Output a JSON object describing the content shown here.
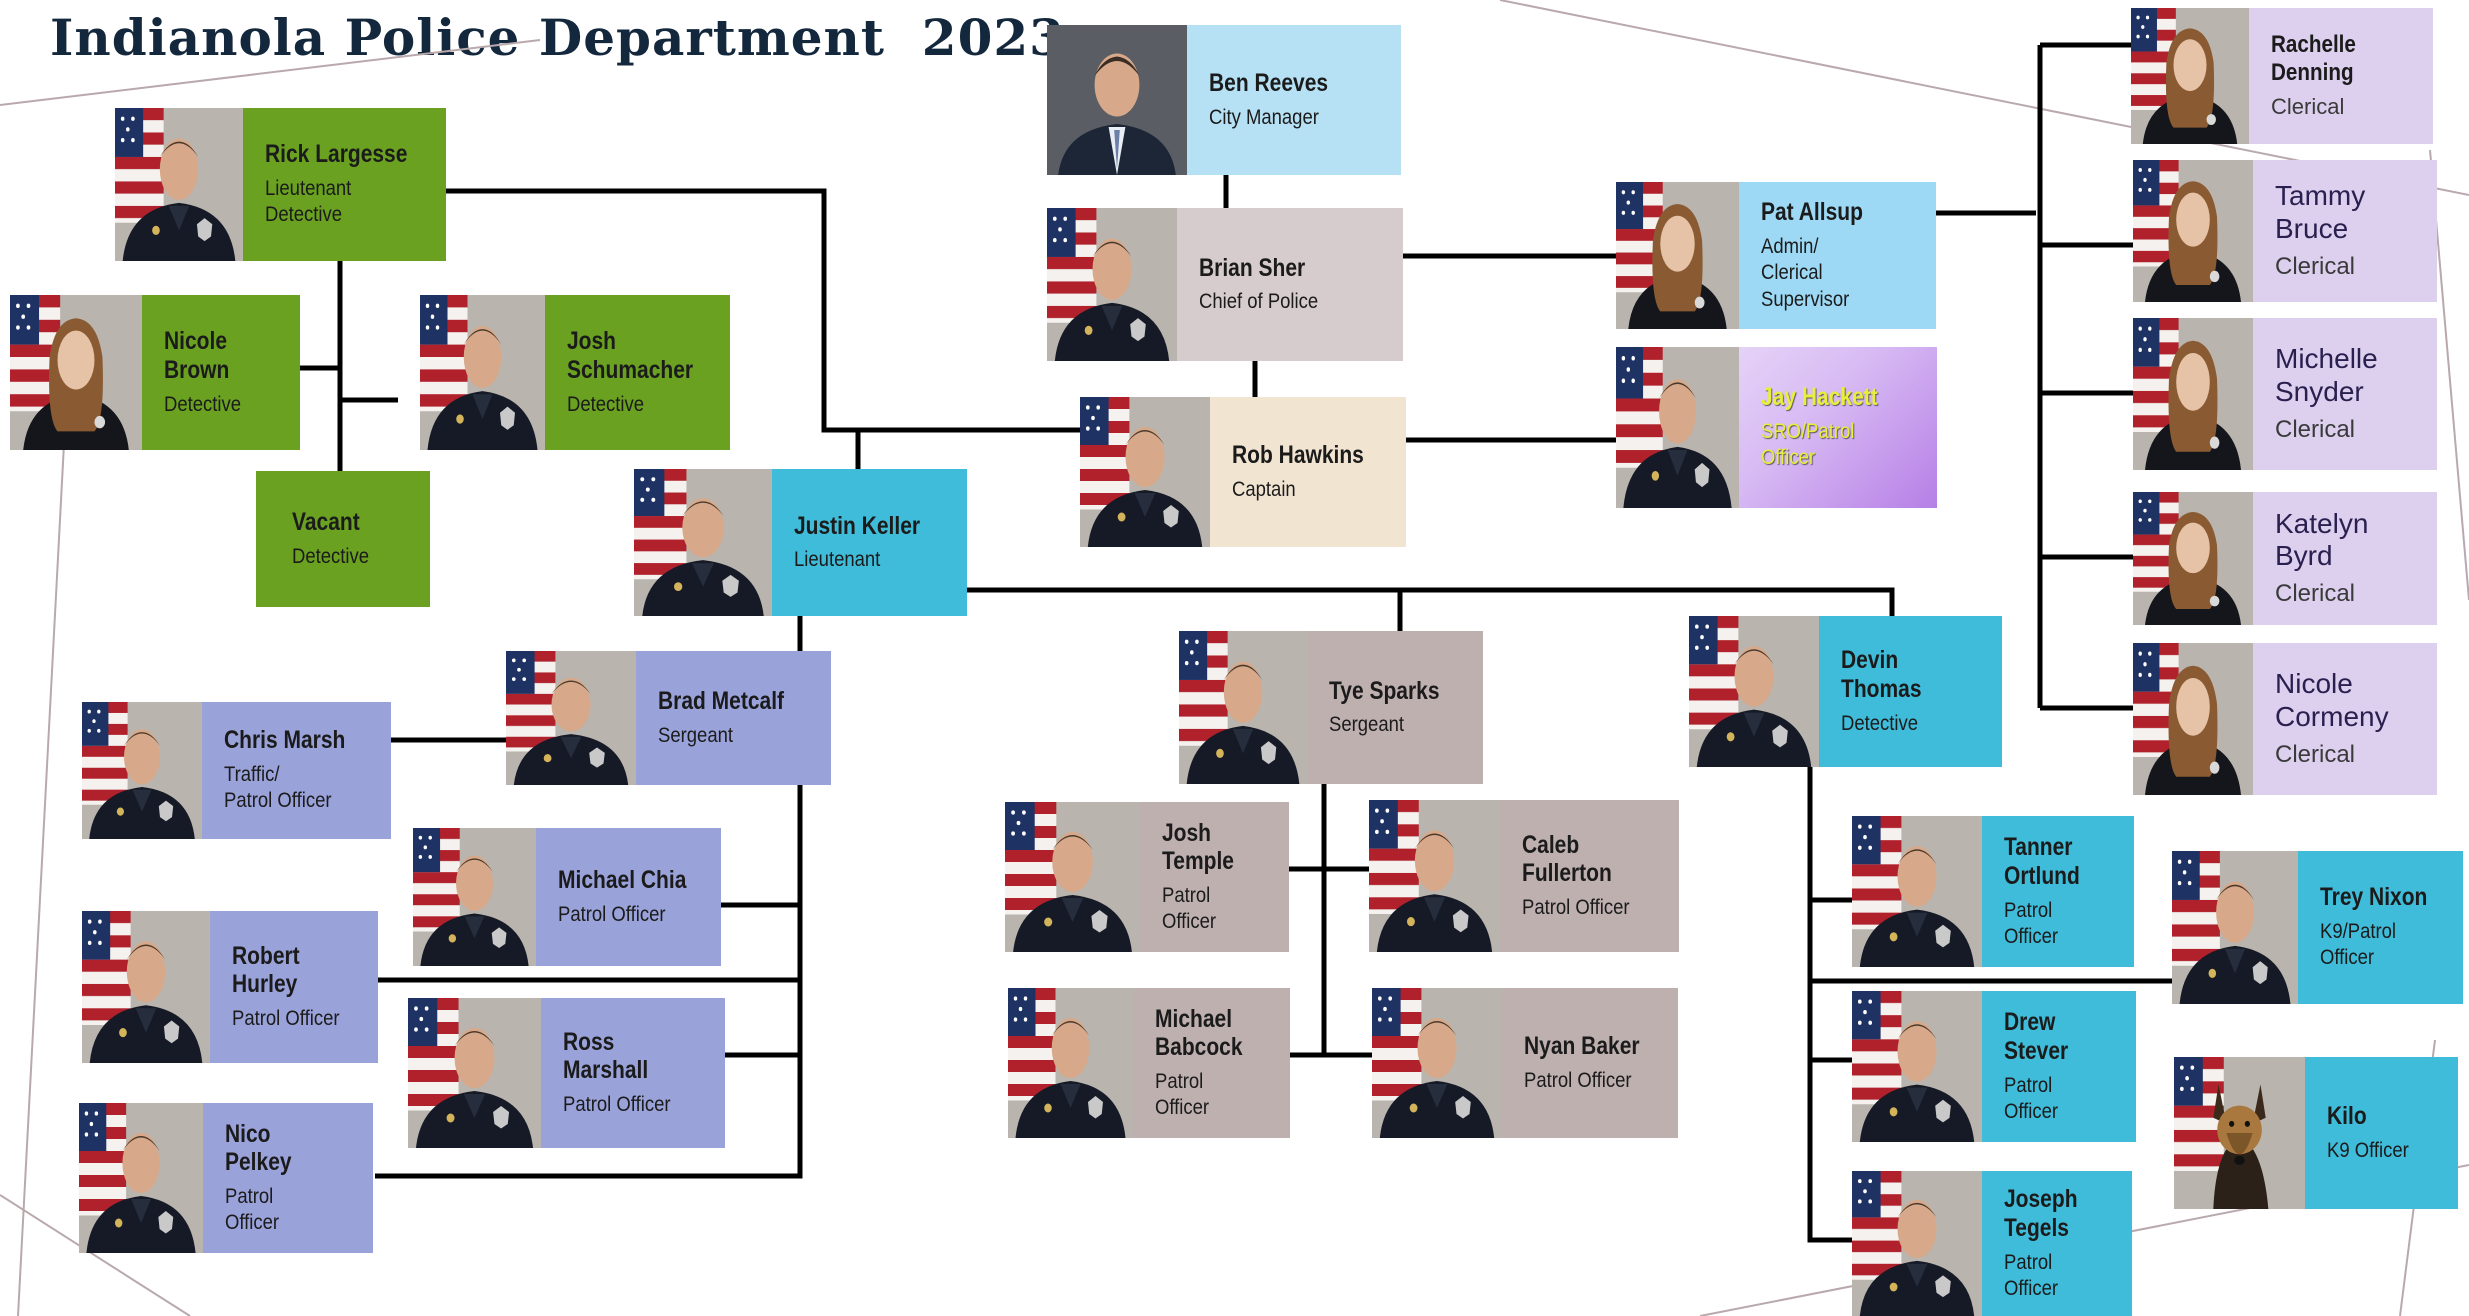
{
  "title": "Indianola Police Department  2023",
  "colors": {
    "green": "#6aa121",
    "light_blue": "#b6e0f4",
    "mauve": "#d6ccce",
    "cream": "#f1e5d2",
    "teal": "#3fbcd9",
    "periwinkle": "#9aa2da",
    "taupe": "#bfb0b0",
    "lavender": "#ddd0ee",
    "sky": "#9dd9f5",
    "purple_gradient": "#b67fe6",
    "line": "#000000"
  },
  "people": [
    {
      "id": "ben-reeves",
      "name": "Ben Reeves",
      "role": "City Manager",
      "color": "light_blue",
      "photo": "suit-man"
    },
    {
      "id": "brian-sher",
      "name": "Brian Sher",
      "role": "Chief of Police",
      "color": "mauve",
      "photo": "officer-flag"
    },
    {
      "id": "rob-hawkins",
      "name": "Rob Hawkins",
      "role": "Captain",
      "color": "cream",
      "photo": "officer-flag"
    },
    {
      "id": "rick-largesse",
      "name": "Rick Largesse",
      "role": "Lieutenant\nDetective",
      "color": "green",
      "photo": "officer-flag"
    },
    {
      "id": "nicole-brown",
      "name": "Nicole Brown",
      "role": "Detective",
      "color": "green",
      "photo": "woman-flag"
    },
    {
      "id": "josh-schumacher",
      "name": "Josh\nSchumacher",
      "role": "Detective",
      "color": "green",
      "photo": "officer-flag"
    },
    {
      "id": "vacant",
      "name": "Vacant",
      "role": "Detective",
      "color": "green",
      "photo": ""
    },
    {
      "id": "justin-keller",
      "name": "Justin Keller",
      "role": "Lieutenant",
      "color": "teal",
      "photo": "officer-flag"
    },
    {
      "id": "brad-metcalf",
      "name": "Brad Metcalf",
      "role": "Sergeant",
      "color": "periwinkle",
      "photo": "officer-flag"
    },
    {
      "id": "chris-marsh",
      "name": "Chris Marsh",
      "role": "Traffic/\nPatrol Officer",
      "color": "periwinkle",
      "photo": "officer-flag"
    },
    {
      "id": "michael-chia",
      "name": "Michael Chia",
      "role": "Patrol Officer",
      "color": "periwinkle",
      "photo": "officer-flag"
    },
    {
      "id": "robert-hurley",
      "name": "Robert\nHurley",
      "role": "Patrol Officer",
      "color": "periwinkle",
      "photo": "officer-flag"
    },
    {
      "id": "ross-marshall",
      "name": "Ross Marshall",
      "role": "Patrol Officer",
      "color": "periwinkle",
      "photo": "officer-flag"
    },
    {
      "id": "nico-pelkey",
      "name": "Nico\nPelkey",
      "role": "Patrol\nOfficer",
      "color": "periwinkle",
      "photo": "officer-flag"
    },
    {
      "id": "tye-sparks",
      "name": "Tye Sparks",
      "role": "Sergeant",
      "color": "taupe",
      "photo": "officer-flag"
    },
    {
      "id": "josh-temple",
      "name": "Josh\nTemple",
      "role": "Patrol\nOfficer",
      "color": "taupe",
      "photo": "officer-flag"
    },
    {
      "id": "caleb-fullerton",
      "name": "Caleb\nFullerton",
      "role": "Patrol Officer",
      "color": "taupe",
      "photo": "officer-flag"
    },
    {
      "id": "michael-babcock",
      "name": "Michael\nBabcock",
      "role": "Patrol\nOfficer",
      "color": "taupe",
      "photo": "officer-flag"
    },
    {
      "id": "nyan-baker",
      "name": "Nyan Baker",
      "role": "Patrol Officer",
      "color": "taupe",
      "photo": "officer-flag"
    },
    {
      "id": "devin-thomas",
      "name": "Devin Thomas",
      "role": "Detective",
      "color": "teal",
      "photo": "officer-flag"
    },
    {
      "id": "tanner-ortlund",
      "name": "Tanner\nOrtlund",
      "role": "Patrol\nOfficer",
      "color": "teal",
      "photo": "officer-flag"
    },
    {
      "id": "drew-stever",
      "name": "Drew\nStever",
      "role": "Patrol Officer",
      "color": "teal",
      "photo": "officer-flag"
    },
    {
      "id": "joseph-tegels",
      "name": "Joseph\nTegels",
      "role": "Patrol Officer",
      "color": "teal",
      "photo": "officer-flag"
    },
    {
      "id": "trey-nixon",
      "name": "Trey Nixon",
      "role": "K9/Patrol\nOfficer",
      "color": "teal",
      "photo": "officer-flag"
    },
    {
      "id": "kilo",
      "name": "Kilo",
      "role": "K9 Officer",
      "color": "teal",
      "photo": "dog-flag"
    },
    {
      "id": "pat-allsup",
      "name": "Pat Allsup",
      "role": "Admin/\nClerical\nSupervisor",
      "color": "sky",
      "photo": "woman-flag"
    },
    {
      "id": "jay-hackett",
      "name": "Jay Hackett",
      "role": "SRO/Patrol\nOfficer",
      "color": "purple_gradient",
      "photo": "officer-flag"
    },
    {
      "id": "rachelle-denning",
      "name": "Rachelle\nDenning",
      "role": "Clerical",
      "color": "lavender",
      "photo": "woman-flag"
    },
    {
      "id": "tammy-bruce",
      "name": "Tammy\nBruce",
      "role": "Clerical",
      "color": "lavender",
      "photo": "woman-flag"
    },
    {
      "id": "michelle-snyder",
      "name": "Michelle\nSnyder",
      "role": "Clerical",
      "color": "lavender",
      "photo": "woman-flag"
    },
    {
      "id": "katelyn-byrd",
      "name": "Katelyn\nByrd",
      "role": "Clerical",
      "color": "lavender",
      "photo": "woman-flag"
    },
    {
      "id": "nicole-cormeny",
      "name": "Nicole\nCormeny",
      "role": "Clerical",
      "color": "lavender",
      "photo": "woman-flag"
    }
  ],
  "reporting_lines": [
    {
      "from": "ben-reeves",
      "to": "brian-sher"
    },
    {
      "from": "brian-sher",
      "to": "rob-hawkins"
    },
    {
      "from": "brian-sher",
      "to": "pat-allsup"
    },
    {
      "from": "rob-hawkins",
      "to": "jay-hackett"
    },
    {
      "from": "rob-hawkins",
      "to": "rick-largesse"
    },
    {
      "from": "rob-hawkins",
      "to": "justin-keller"
    },
    {
      "from": "rick-largesse",
      "to": "nicole-brown"
    },
    {
      "from": "rick-largesse",
      "to": "josh-schumacher"
    },
    {
      "from": "rick-largesse",
      "to": "vacant"
    },
    {
      "from": "justin-keller",
      "to": "brad-metcalf"
    },
    {
      "from": "justin-keller",
      "to": "tye-sparks"
    },
    {
      "from": "justin-keller",
      "to": "devin-thomas"
    },
    {
      "from": "brad-metcalf",
      "to": "chris-marsh"
    },
    {
      "from": "brad-metcalf",
      "to": "michael-chia"
    },
    {
      "from": "brad-metcalf",
      "to": "robert-hurley"
    },
    {
      "from": "brad-metcalf",
      "to": "ross-marshall"
    },
    {
      "from": "brad-metcalf",
      "to": "nico-pelkey"
    },
    {
      "from": "tye-sparks",
      "to": "josh-temple"
    },
    {
      "from": "tye-sparks",
      "to": "caleb-fullerton"
    },
    {
      "from": "tye-sparks",
      "to": "michael-babcock"
    },
    {
      "from": "tye-sparks",
      "to": "nyan-baker"
    },
    {
      "from": "devin-thomas",
      "to": "tanner-ortlund"
    },
    {
      "from": "devin-thomas",
      "to": "drew-stever"
    },
    {
      "from": "devin-thomas",
      "to": "joseph-tegels"
    },
    {
      "from": "devin-thomas",
      "to": "trey-nixon"
    },
    {
      "from": "pat-allsup",
      "to": "rachelle-denning"
    },
    {
      "from": "pat-allsup",
      "to": "tammy-bruce"
    },
    {
      "from": "pat-allsup",
      "to": "michelle-snyder"
    },
    {
      "from": "pat-allsup",
      "to": "katelyn-byrd"
    },
    {
      "from": "pat-allsup",
      "to": "nicole-cormeny"
    }
  ]
}
